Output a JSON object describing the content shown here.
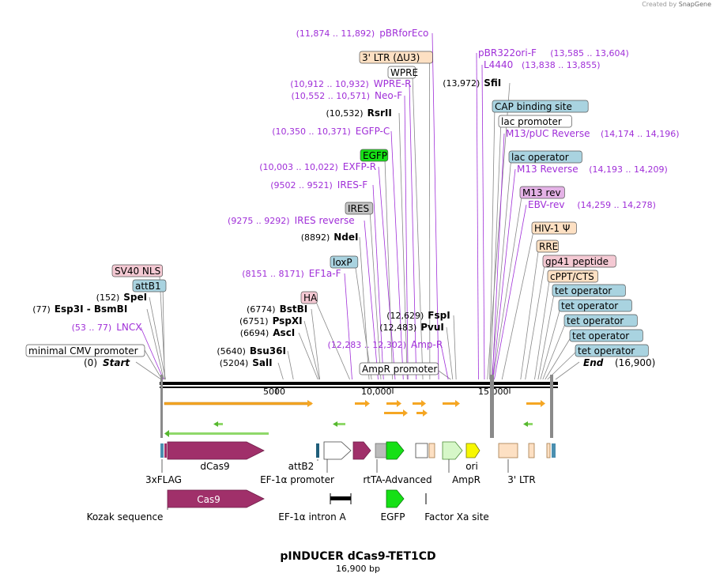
{
  "brand": {
    "created_by": "Created by",
    "app": "SnapGene"
  },
  "plasmid": {
    "name": "pINDUCER dCas9-TET1CD",
    "length_label": "16,900 bp",
    "length": 16900
  },
  "colors": {
    "primer": "#a02fd8",
    "site": "#000000",
    "enzyme_line": "#888888",
    "arrow": "#f5a623",
    "arrow_green": "#56b82f",
    "cds_cas": "#a0306a",
    "gfp": "#16e016"
  },
  "ticks": [
    "5000",
    "10,000",
    "15,000"
  ],
  "tick_values": [
    5000,
    10000,
    15000
  ],
  "end_labels": {
    "start_pos": "(0)",
    "start": "Start",
    "end": "End",
    "end_pos": "(16,900)"
  },
  "top_features": [
    {
      "id": "sv40nls",
      "label": "SV40 NLS",
      "pos": 130,
      "fill": "#f4c9d3"
    },
    {
      "id": "attb1",
      "label": "attB1",
      "pos": 110,
      "fill": "#a9d3e0"
    },
    {
      "id": "ha",
      "label": "HA",
      "pos": 8060,
      "fill": "#f4c9d3"
    },
    {
      "id": "loxp",
      "label": "loxP",
      "pos": 9000,
      "fill": "#a9d3e0"
    },
    {
      "id": "ires",
      "label": "IRES",
      "pos": 9400,
      "fill": "#c4c4c4"
    },
    {
      "id": "egfp",
      "label": "EGFP",
      "pos": 9900,
      "fill": "#16e016"
    },
    {
      "id": "wpre",
      "label": "WPRE",
      "pos": 11200,
      "fill": "#ffffff"
    },
    {
      "id": "ltr3",
      "label": "3' LTR (ΔU3)",
      "pos": 11500,
      "fill": "#fde0c3"
    },
    {
      "id": "ampr_prom",
      "label": "AmpR promoter",
      "pos": 12400,
      "fill": "#ffffff"
    },
    {
      "id": "cap",
      "label": "CAP binding site",
      "pos": 14070,
      "fill": "#a9d3e0"
    },
    {
      "id": "lacprom",
      "label": "lac promoter",
      "pos": 14100,
      "fill": "#ffffff"
    },
    {
      "id": "lacop",
      "label": "lac operator",
      "pos": 14150,
      "fill": "#a9d3e0"
    },
    {
      "id": "m13rev",
      "label": "M13 rev",
      "pos": 14210,
      "fill": "#e4b2e6"
    },
    {
      "id": "hiv",
      "label": "HIV-1 Ψ",
      "pos": 14600,
      "fill": "#fde0c3"
    },
    {
      "id": "rre",
      "label": "RRE",
      "pos": 15400,
      "fill": "#fde0c3"
    },
    {
      "id": "gp41",
      "label": "gp41 peptide",
      "pos": 15600,
      "fill": "#f4c9d3"
    },
    {
      "id": "cppt",
      "label": "cPPT/CTS",
      "pos": 16000,
      "fill": "#fde0c3"
    },
    {
      "id": "teto1",
      "label": "tet operator",
      "pos": 16150,
      "fill": "#a9d3e0"
    },
    {
      "id": "teto2",
      "label": "tet operator",
      "pos": 16250,
      "fill": "#a9d3e0"
    },
    {
      "id": "teto3",
      "label": "tet operator",
      "pos": 16350,
      "fill": "#a9d3e0"
    },
    {
      "id": "teto4",
      "label": "tet operator",
      "pos": 16450,
      "fill": "#a9d3e0"
    },
    {
      "id": "teto5",
      "label": "tet operator",
      "pos": 16550,
      "fill": "#a9d3e0"
    },
    {
      "id": "mincmv",
      "label": "minimal CMV promoter",
      "pos": 0,
      "fill": "#ffffff"
    }
  ],
  "enzymes": [
    {
      "id": "spei",
      "pos_label": "(152)",
      "name": "SpeI",
      "pos": 152
    },
    {
      "id": "esp3i",
      "pos_label": "(77)",
      "name": "Esp3I  -  BsmBI",
      "pos": 77
    },
    {
      "id": "bstbi",
      "pos_label": "(6774)",
      "name": "BstBI",
      "pos": 6774
    },
    {
      "id": "pspxi",
      "pos_label": "(6751)",
      "name": "PspXI",
      "pos": 6751
    },
    {
      "id": "asci",
      "pos_label": "(6694)",
      "name": "AscI",
      "pos": 6694
    },
    {
      "id": "bsu36i",
      "pos_label": "(5640)",
      "name": "Bsu36I",
      "pos": 5640
    },
    {
      "id": "sali",
      "pos_label": "(5204)",
      "name": "SalI",
      "pos": 5204
    },
    {
      "id": "ndei",
      "pos_label": "(8892)",
      "name": "NdeI",
      "pos": 8892
    },
    {
      "id": "rsrii",
      "pos_label": "(10,532)",
      "name": "RsrII",
      "pos": 10532
    },
    {
      "id": "fspi",
      "pos_label": "(12,629)",
      "name": "FspI",
      "pos": 12629
    },
    {
      "id": "pvui",
      "pos_label": "(12,483)",
      "name": "PvuI",
      "pos": 12483
    },
    {
      "id": "sfii",
      "pos_label": "(13,972)",
      "name": "SfiI",
      "pos": 13972
    }
  ],
  "primers": [
    {
      "id": "pbrforeco",
      "range": "(11,874 .. 11,892)",
      "name": "pBRforEco",
      "pos": 11880
    },
    {
      "id": "wprer",
      "range": "(10,912 .. 10,932)",
      "name": "WPRE-R",
      "pos": 10920
    },
    {
      "id": "neof",
      "range": "(10,552 .. 10,571)",
      "name": "Neo-F",
      "pos": 10560
    },
    {
      "id": "egfpc",
      "range": "(10,350 .. 10,371)",
      "name": "EGFP-C",
      "pos": 10360
    },
    {
      "id": "exfpr",
      "range": "(10,003 .. 10,022)",
      "name": "EXFP-R",
      "pos": 10010
    },
    {
      "id": "iresf",
      "range": "(9502 .. 9521)",
      "name": "IRES-F",
      "pos": 9510
    },
    {
      "id": "iresrev",
      "range": "(9275 .. 9292)",
      "name": "IRES reverse",
      "pos": 9280
    },
    {
      "id": "ef1af",
      "range": "(8151 .. 8171)",
      "name": "EF1a-F",
      "pos": 8160
    },
    {
      "id": "lncx",
      "range": "(53 .. 77)",
      "name": "LNCX",
      "pos": 65
    },
    {
      "id": "ampr",
      "range": "(12,283 .. 12,302)",
      "name": "Amp-R",
      "pos": 12290
    },
    {
      "id": "pbr322",
      "range": "(13,585 .. 13,604)",
      "name": "pBR322ori-F",
      "pos": 13590
    },
    {
      "id": "l4440",
      "range": "(13,838 .. 13,855)",
      "name": "L4440",
      "pos": 13845
    },
    {
      "id": "m13puc",
      "range": "(14,174 .. 14,196)",
      "name": "M13/pUC Reverse",
      "pos": 14185
    },
    {
      "id": "m13reverse",
      "range": "(14,193 .. 14,209)",
      "name": "M13 Reverse",
      "pos": 14200
    },
    {
      "id": "ebvrev",
      "range": "(14,259 .. 14,278)",
      "name": "EBV-rev",
      "pos": 14268
    }
  ],
  "bottom_labels": {
    "flag": "3xFLAG",
    "dcas9": "dCas9",
    "attb2": "attB2",
    "ef1a_prom": "EF-1α promoter",
    "rtta": "rtTA-Advanced",
    "ampr": "AmpR",
    "ori": "ori",
    "ltr": "3' LTR",
    "cas9": "Cas9",
    "kozak": "Kozak sequence",
    "intron": "EF-1α intron A",
    "egfp": "EGFP",
    "factorxa": "Factor Xa site"
  }
}
